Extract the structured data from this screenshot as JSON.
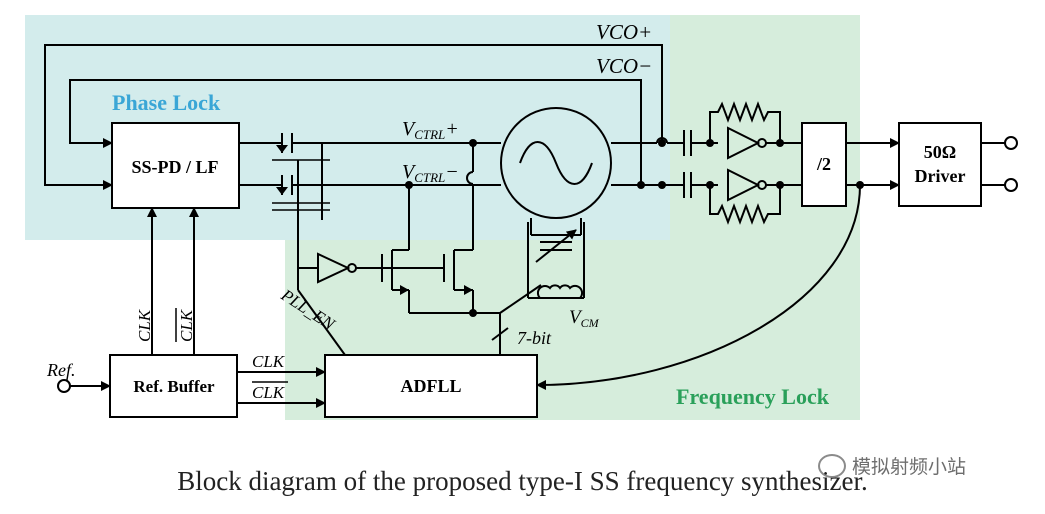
{
  "regions": {
    "phase_lock": {
      "title": "Phase Lock",
      "color": "#d3ecec",
      "title_color": "#3aa6d6"
    },
    "frequency_lock": {
      "title": "Frequency Lock",
      "color": "#d6eddc",
      "title_color": "#2aa05a"
    }
  },
  "blocks": {
    "ss_pd_lf": "SS-PD / LF",
    "ref_buffer": "Ref. Buffer",
    "adfll": "ADFLL",
    "divider": "/2",
    "driver_line1": "50Ω",
    "driver_line2": "Driver"
  },
  "signals": {
    "vco_plus": "VCO+",
    "vco_minus": "VCO−",
    "vctrl_label": "V",
    "vctrl_sub": "CTRL",
    "plus": "+",
    "minus": "−",
    "ref": "Ref.",
    "clk": "CLK",
    "clk_bar": "CLK",
    "pll_en": "PLL_EN",
    "seven_bit": "7-bit",
    "vcm_label": "V",
    "vcm_sub": "CM"
  },
  "caption": "Block diagram of the proposed type-I SS frequency synthesizer.",
  "watermark": "模拟射频小站",
  "colors": {
    "line": "#000000",
    "background": "#ffffff"
  }
}
